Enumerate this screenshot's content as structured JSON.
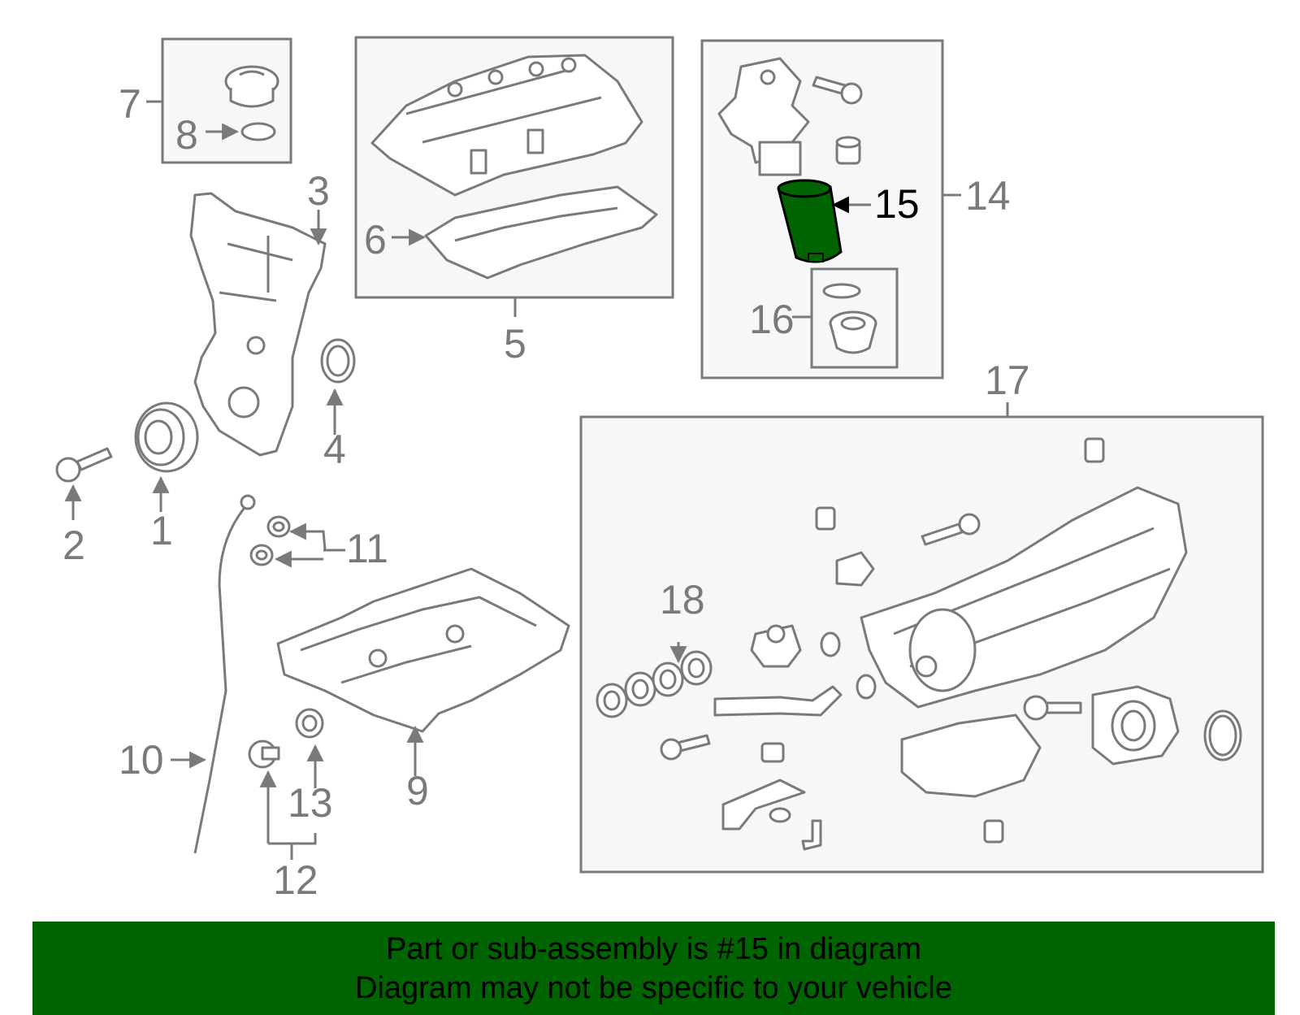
{
  "labels": {
    "c1": "1",
    "c2": "2",
    "c3": "3",
    "c4": "4",
    "c5": "5",
    "c6": "6",
    "c7": "7",
    "c8": "8",
    "c9": "9",
    "c10": "10",
    "c11": "11",
    "c12": "12",
    "c13": "13",
    "c14": "14",
    "c15": "15",
    "c16": "16",
    "c17": "17",
    "c18": "18"
  },
  "banner": {
    "line1": "Part or sub-assembly is #15 in diagram",
    "line2": "Diagram may not be specific to your vehicle"
  },
  "colors": {
    "highlight": "#006400",
    "banner": "#006400",
    "linework": "#7a7a7a",
    "box_fill": "#f7f7f7"
  }
}
